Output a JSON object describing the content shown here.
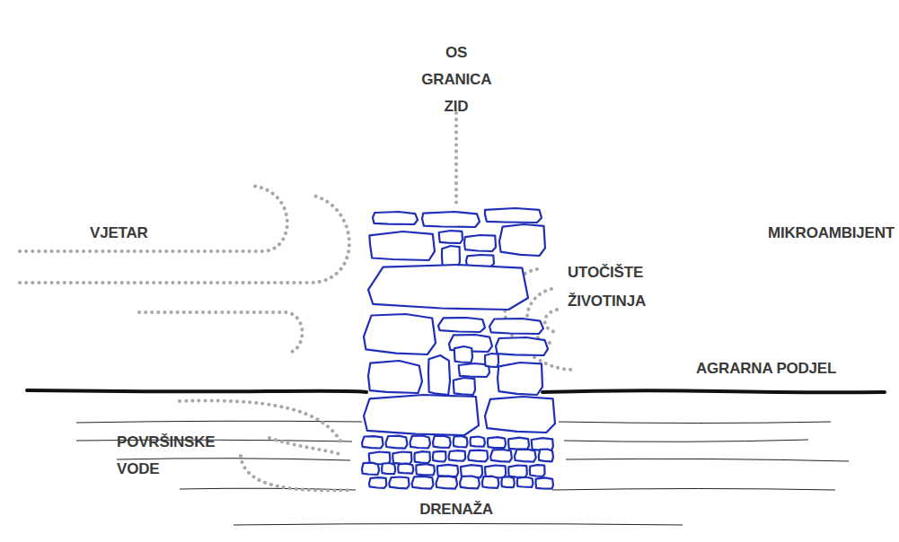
{
  "diagram": {
    "labels": [
      "OS GRANICA ZID",
      "VJETAR",
      "MIKROAMBIJENT",
      "UTOČIŠTE ŽIVOTINJA",
      "AGRARNA PODJEL",
      "POVRŠINSKE VODE",
      "DRENAŽA"
    ]
  }
}
